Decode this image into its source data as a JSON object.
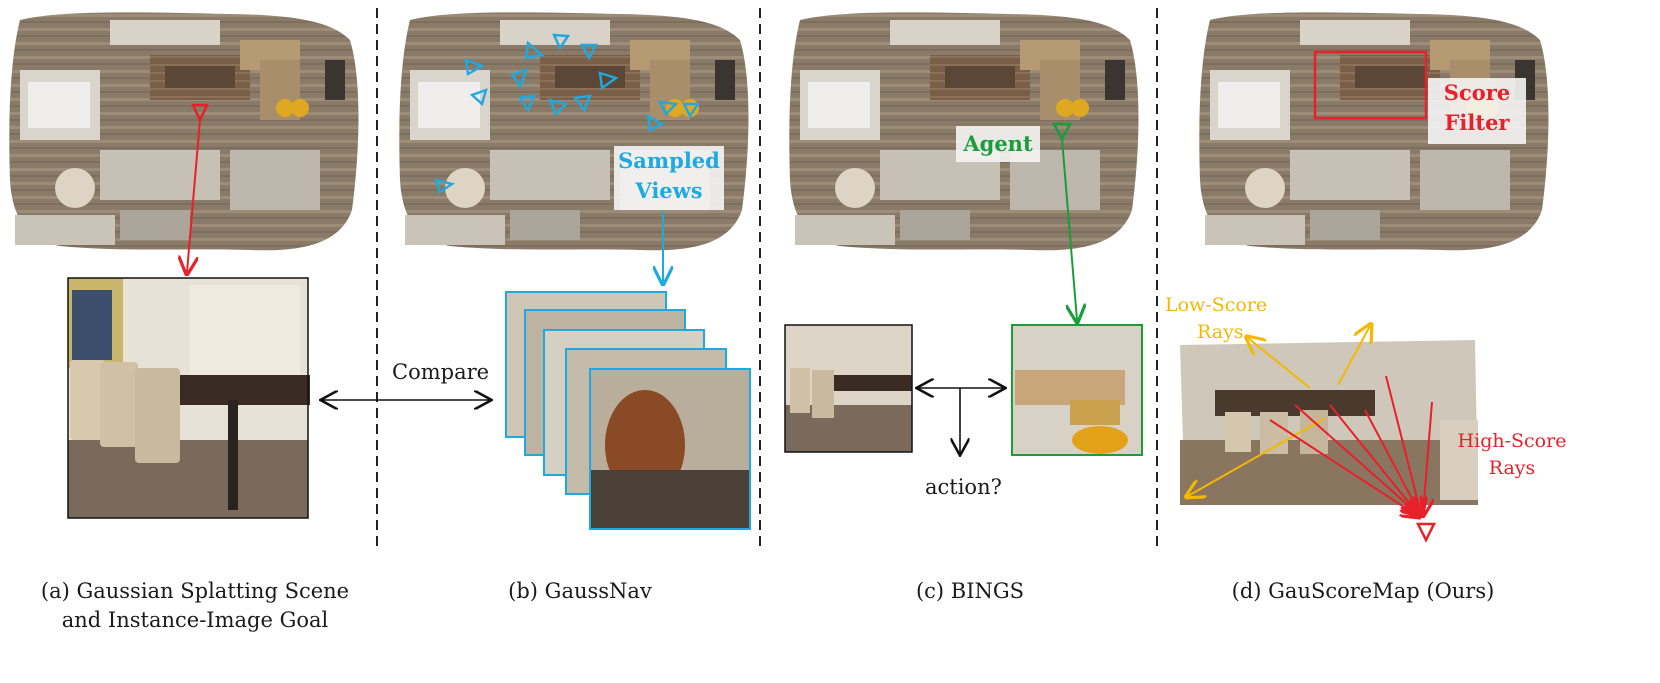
{
  "captions": {
    "a_line1": "(a) Gaussian Splatting Scene",
    "a_line2": "and Instance-Image Goal",
    "b": "(b) GaussNav",
    "c": "(c) BINGS",
    "d": "(d) GauScoreMap (Ours)"
  },
  "labels": {
    "compare": "Compare",
    "sampled_line1": "Sampled",
    "sampled_line2": "Views",
    "agent": "Agent",
    "action": "action?",
    "score_line1": "Score",
    "score_line2": "Filter",
    "low_line1": "Low-Score",
    "low_line2": "Rays",
    "high_line1": "High-Score",
    "high_line2": "Rays"
  },
  "colors": {
    "red": "#e8202a",
    "blue": "#1ea9e1",
    "green": "#1a9e3a",
    "yellow": "#f5b800",
    "dashed": "#222222"
  }
}
